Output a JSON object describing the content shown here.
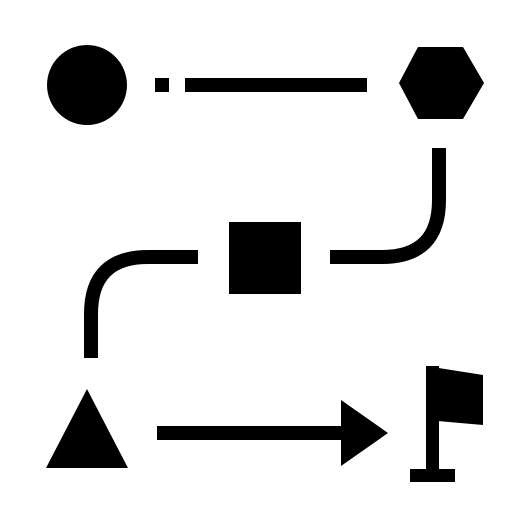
{
  "icon": {
    "name": "workflow-path-icon",
    "color": "#000000",
    "background": "#ffffff",
    "nodes": [
      {
        "id": "start",
        "shape": "circle",
        "icon": "circle-node-icon"
      },
      {
        "id": "step-2",
        "shape": "hexagon",
        "icon": "hexagon-node-icon"
      },
      {
        "id": "step-3",
        "shape": "square",
        "icon": "square-node-icon"
      },
      {
        "id": "step-4",
        "shape": "triangle",
        "icon": "triangle-node-icon"
      },
      {
        "id": "finish",
        "shape": "flag",
        "icon": "flag-icon"
      }
    ],
    "connectors": [
      {
        "from": "start",
        "to": "step-2",
        "style": "dash-dot line"
      },
      {
        "from": "step-2",
        "to": "step-3",
        "style": "curved line"
      },
      {
        "from": "step-3",
        "to": "step-4",
        "style": "curved line"
      },
      {
        "from": "step-4",
        "to": "finish",
        "style": "arrow"
      }
    ]
  }
}
